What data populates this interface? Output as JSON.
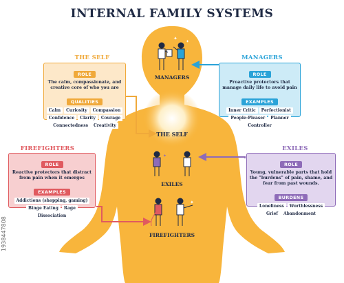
{
  "title": "INTERNAL FAMILY SYSTEMS",
  "colors": {
    "body": "#f8b53c",
    "self_accent": "#f0a93a",
    "self_box": "#fde8c9",
    "managers_accent": "#2aa3d8",
    "managers_box": "#cdebf7",
    "firefighters_accent": "#e05a5f",
    "firefighters_box": "#f7cfd0",
    "exiles_accent": "#8e6bb8",
    "exiles_box": "#e2d6ef",
    "text": "#1f2a44"
  },
  "self": {
    "title": "THE SELF",
    "role_label": "ROLE",
    "role_text": "The calm, compassionate, and creative core of who you are",
    "qualities_label": "QUALITIES",
    "qualities": [
      "Calm",
      "Curiosity",
      "Compassion",
      "Confidence",
      "Clarity",
      "Courage",
      "Connectedness",
      "Creativity"
    ]
  },
  "managers": {
    "title": "MANAGERS",
    "role_label": "ROLE",
    "role_text": "Proactive protectors that manage daily life to avoid pain",
    "examples_label": "EXAMPLES",
    "examples": [
      "Inner Critic",
      "Perfectionist",
      "People-Pleaser",
      "Planner",
      "Controller"
    ]
  },
  "firefighters": {
    "title": "FIREFIGHTERS",
    "role_label": "ROLE",
    "role_text": "Reactive protectors that distract from pain when it emerges",
    "examples_label": "EXAMPLES",
    "examples": [
      "Addictions (shopping, gaming)",
      "Binge Eating",
      "Rage",
      "Dissociation"
    ]
  },
  "exiles": {
    "title": "EXILES",
    "role_label": "ROLE",
    "role_text": "Young, vulnerable parts that hold the \"burdens\" of pain, shame, and fear from past wounds.",
    "burdens_label": "BURDENS",
    "burdens": [
      "Loneliness",
      "Worthlessness",
      "Grief",
      "Abandonment"
    ]
  },
  "figure_labels": {
    "managers": "MANAGERS",
    "self": "THE SELF",
    "exiles": "EXILES",
    "firefighters": "FIREFIGHTERS"
  },
  "watermark": "1938447808"
}
